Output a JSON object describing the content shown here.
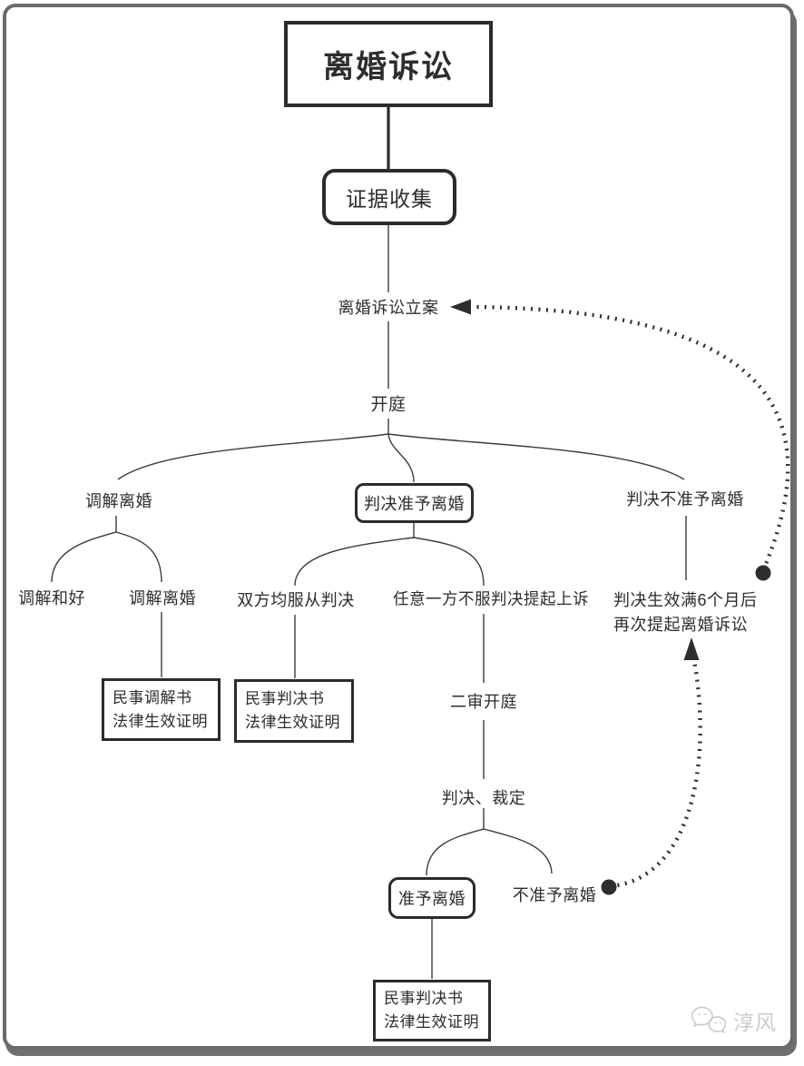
{
  "diagram": {
    "title": "离婚诉讼",
    "evidence": "证据收集",
    "filing": "离婚诉讼立案",
    "hearing": "开庭",
    "mediation": "调解离婚",
    "grant": "判决准予离婚",
    "deny": "判决不准予离婚",
    "reconciled": "调解和好",
    "mediated_divorce": "调解离婚",
    "both_obey": "双方均服从判决",
    "appeal": "任意一方不服判决提起上诉",
    "refile": {
      "line1": "判决生效满6个月后",
      "line2": "再次提起离婚诉讼"
    },
    "mediation_doc": {
      "line1": "民事调解书",
      "line2": "法律生效证明"
    },
    "judgment_doc": {
      "line1": "民事判决书",
      "line2": "法律生效证明"
    },
    "second_hearing": "二审开庭",
    "ruling": "判决、裁定",
    "grant_final": "准予离婚",
    "deny_final": "不准予离婚",
    "final_doc": {
      "line1": "民事判决书",
      "line2": "法律生效证明"
    }
  },
  "watermark": {
    "name": "淳风",
    "icon": "wechat-icon"
  },
  "colors": {
    "line": "#3c3c3c",
    "border": "#2b2b2b",
    "frame": "#6a6a6a",
    "watermark": "#cbcbcb",
    "background": "#ffffff"
  }
}
